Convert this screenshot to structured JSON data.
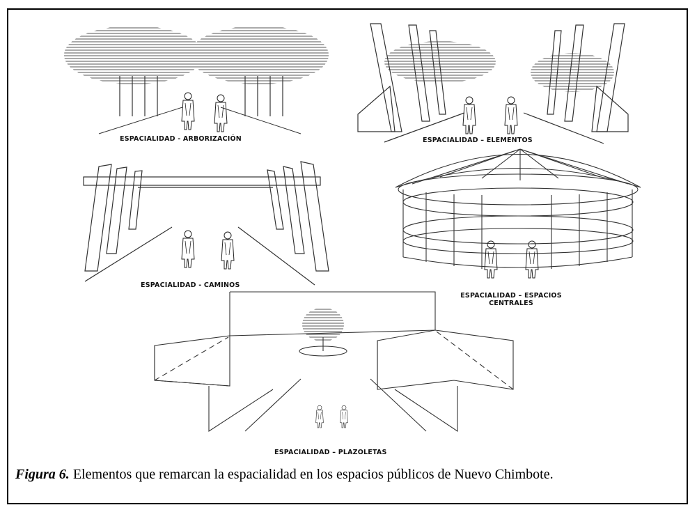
{
  "labels": {
    "arborizacion": "ESPACIALIDAD - ARBORIZACIÓN",
    "elementos": "ESPACIALIDAD – ELEMENTOS",
    "caminos": "ESPACIALIDAD - CAMINOS",
    "espacios_centrales": "ESPACIALIDAD – ESPACIOS CENTRALES",
    "plazoletas": "ESPACIALIDAD – PLAZOLETAS"
  },
  "caption": {
    "figure_label": "Figura 6.",
    "text": " Elementos que remarcan la espacialidad en los espacios públicos de Nuevo Chimbote."
  }
}
